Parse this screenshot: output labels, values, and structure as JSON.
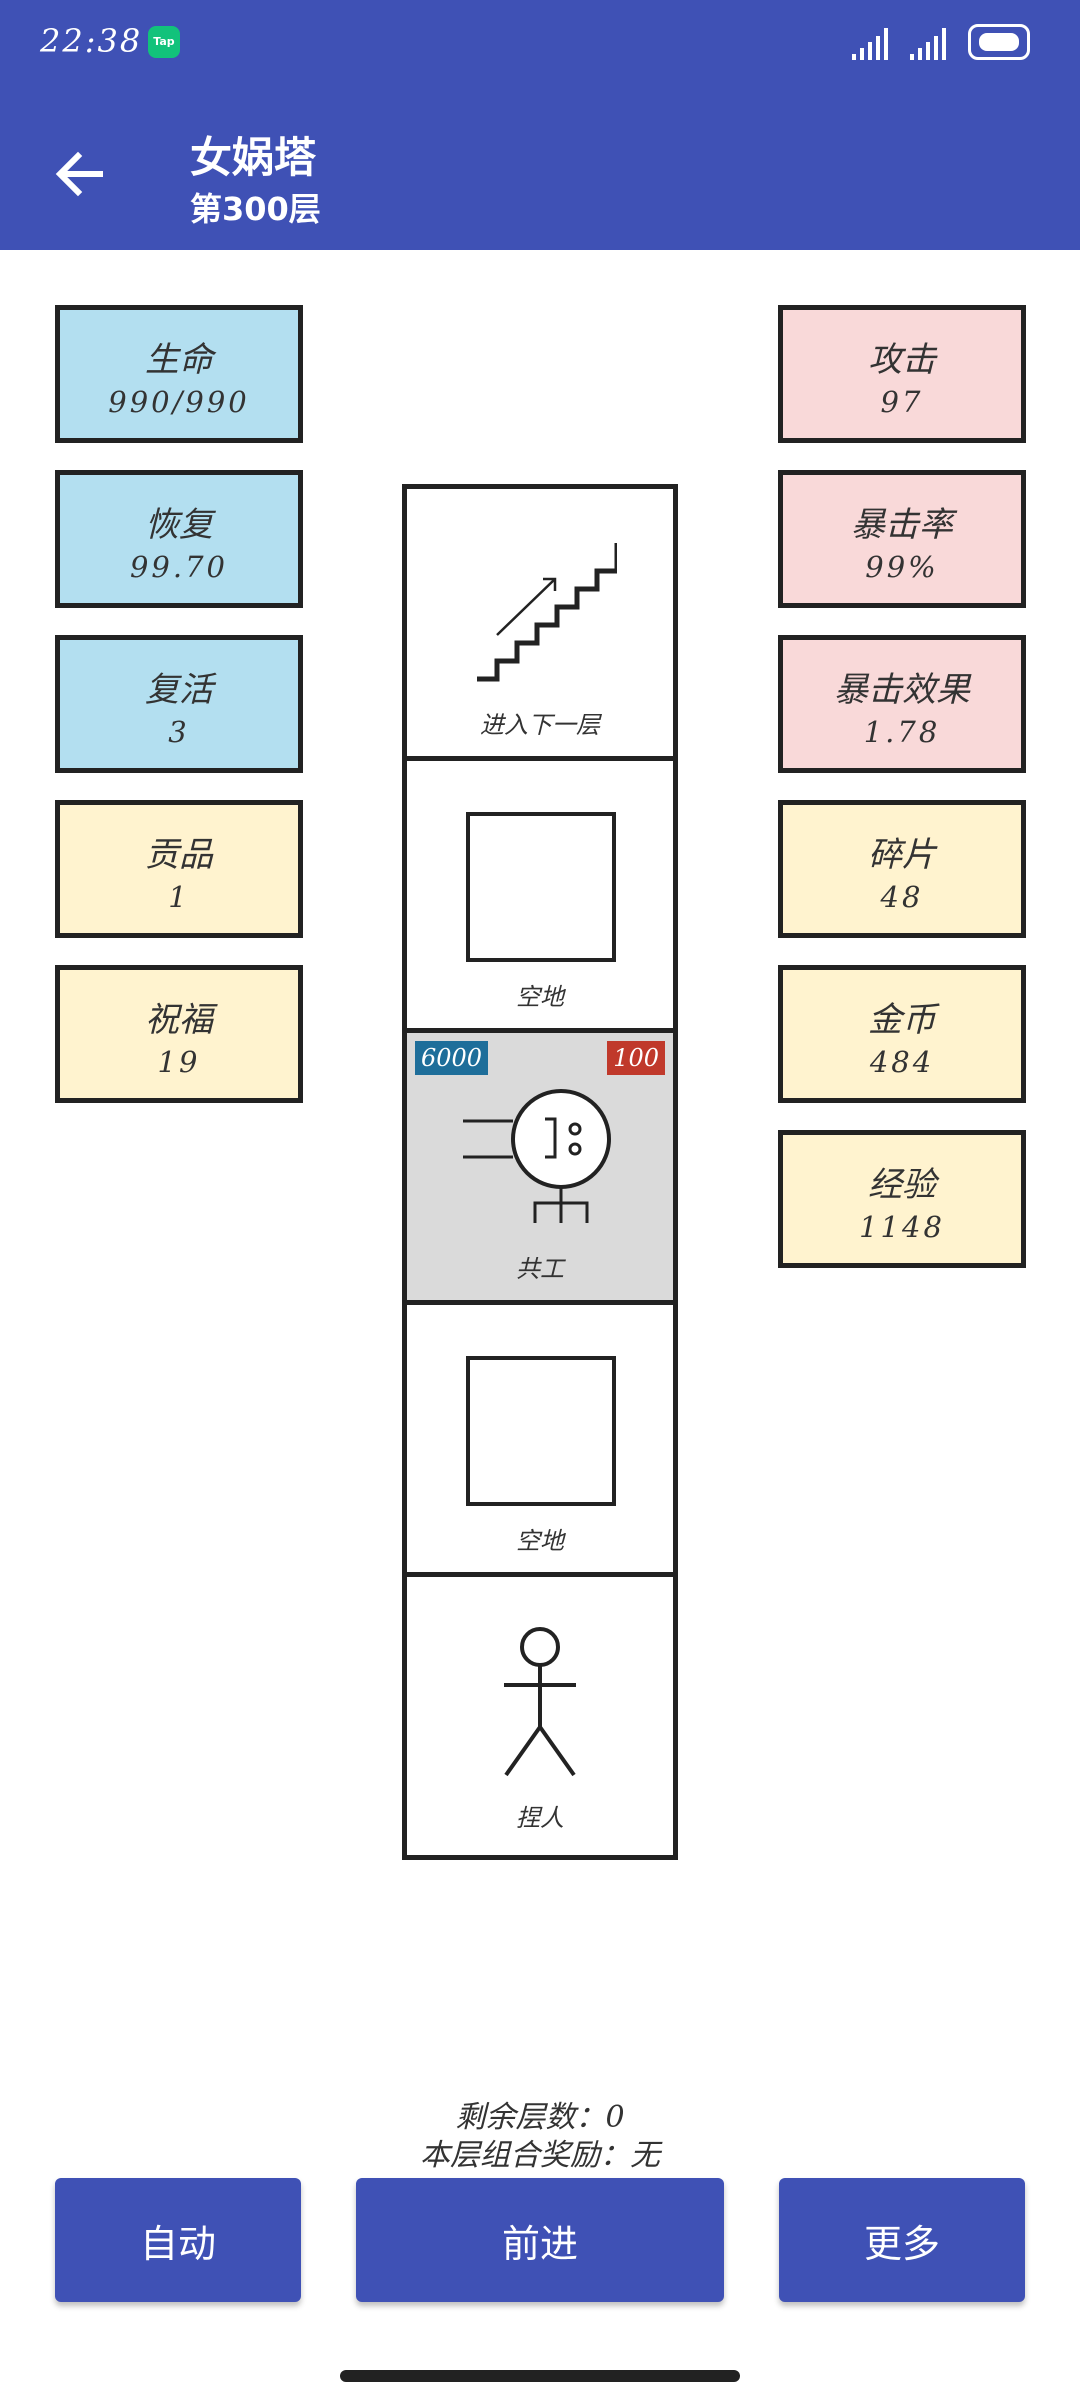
{
  "status": {
    "time": "22:38",
    "tap_badge": "Tap"
  },
  "header": {
    "title": "女娲塔",
    "subtitle": "第300层"
  },
  "left_stats": [
    {
      "label": "生命",
      "value": "990/990",
      "color": "blue"
    },
    {
      "label": "恢复",
      "value": "99.70",
      "color": "blue"
    },
    {
      "label": "复活",
      "value": "3",
      "color": "blue"
    },
    {
      "label": "贡品",
      "value": "1",
      "color": "yellow"
    },
    {
      "label": "祝福",
      "value": "19",
      "color": "yellow"
    }
  ],
  "right_stats": [
    {
      "label": "攻击",
      "value": "97",
      "color": "pink"
    },
    {
      "label": "暴击率",
      "value": "99%",
      "color": "pink"
    },
    {
      "label": "暴击效果",
      "value": "1.78",
      "color": "pink"
    },
    {
      "label": "碎片",
      "value": "48",
      "color": "yellow"
    },
    {
      "label": "金币",
      "value": "484",
      "color": "yellow"
    },
    {
      "label": "经验",
      "value": "1148",
      "color": "yellow"
    }
  ],
  "tower": [
    {
      "type": "stairs",
      "label": "进入下一层"
    },
    {
      "type": "empty",
      "label": "空地"
    },
    {
      "type": "enemy",
      "label": "共工",
      "hp": "6000",
      "atk": "100"
    },
    {
      "type": "empty",
      "label": "空地"
    },
    {
      "type": "player",
      "label": "捏人"
    }
  ],
  "footer": {
    "remaining": "剩余层数：0",
    "reward": "本层组合奖励：无"
  },
  "buttons": {
    "auto": "自动",
    "forward": "前进",
    "more": "更多"
  },
  "colors": {
    "primary": "#3f51b5",
    "life_blue": "#b3dff0",
    "attack_pink": "#f9d9d9",
    "resource_yellow": "#fff3cf",
    "enemy_hp_badge": "#1e6e9a",
    "enemy_atk_badge": "#c0392b"
  },
  "icons": [
    "back-arrow-icon",
    "stairs-icon",
    "empty-square-icon",
    "enemy-monster-icon",
    "stick-figure-icon"
  ]
}
